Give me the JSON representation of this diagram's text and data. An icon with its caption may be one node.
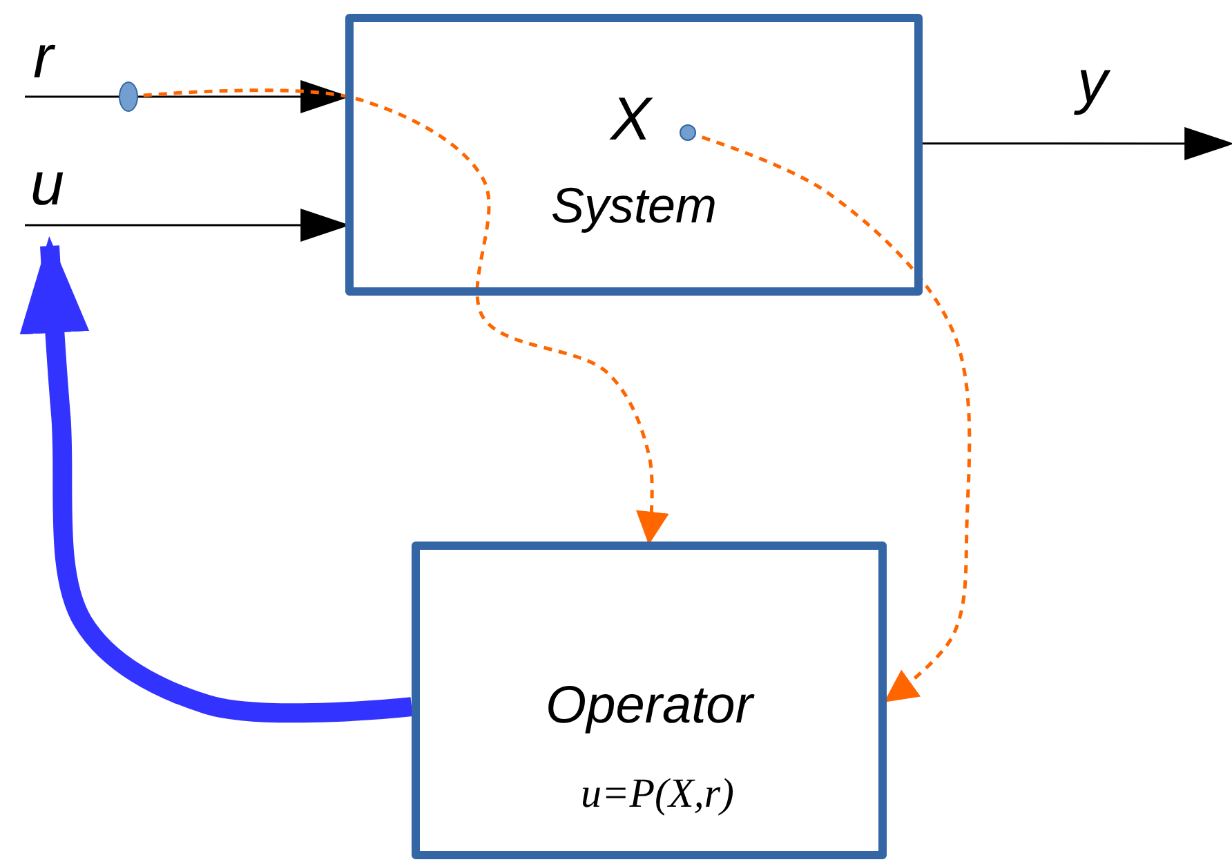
{
  "diagram": {
    "nodes": [
      {
        "text": [
          "System"
        ]
      },
      {
        "text": [],
        "shape": "circle",
        "in": 0,
        "beside": [
          "X"
        ]
      },
      {
        "text": [
          "Operator",
          "u=P(X,r)"
        ]
      },
      {
        "text": [],
        "shape": "circle"
      }
    ],
    "edges": [
      {
        "from": null,
        "to": 0,
        "arrow": "to",
        "label": "r"
      },
      {
        "from": null,
        "to": 0,
        "arrow": "to",
        "label": "u"
      },
      {
        "from": 0,
        "to": null,
        "arrow": "to",
        "label": "y"
      },
      {
        "from": 3,
        "to": 2,
        "arrow": "to",
        "style": "dashed",
        "color": "#ff6600"
      },
      {
        "from": 1,
        "to": 2,
        "arrow": "to",
        "style": "dashed",
        "color": "#ff6600"
      },
      {
        "from": 2,
        "to": null,
        "arrow": "to",
        "style": "thick",
        "color": "#3333ff"
      }
    ]
  }
}
